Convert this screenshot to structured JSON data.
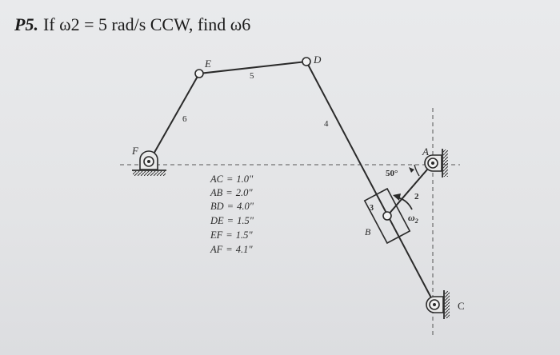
{
  "problem": {
    "number": "P5.",
    "statement": "If ω2 = 5 rad/s CCW, find ω6"
  },
  "points": {
    "A": "A",
    "B": "B",
    "C": "C",
    "D": "D",
    "E": "E",
    "F": "F"
  },
  "links": {
    "link2": "2",
    "link3": "3",
    "link4": "4",
    "link5": "5",
    "link6": "6"
  },
  "angle_label": "50°",
  "omega_label": "ω",
  "omega_sub": "2",
  "dimensions": [
    {
      "name": "AC",
      "value": "1.0\""
    },
    {
      "name": "AB",
      "value": "2.0\""
    },
    {
      "name": "BD",
      "value": "4.0\""
    },
    {
      "name": "DE",
      "value": "1.5\""
    },
    {
      "name": "EF",
      "value": "1.5\""
    },
    {
      "name": "AF",
      "value": "4.1\""
    }
  ],
  "colors": {
    "ink": "#2a2a2a",
    "paper": "#e6e7e9"
  }
}
